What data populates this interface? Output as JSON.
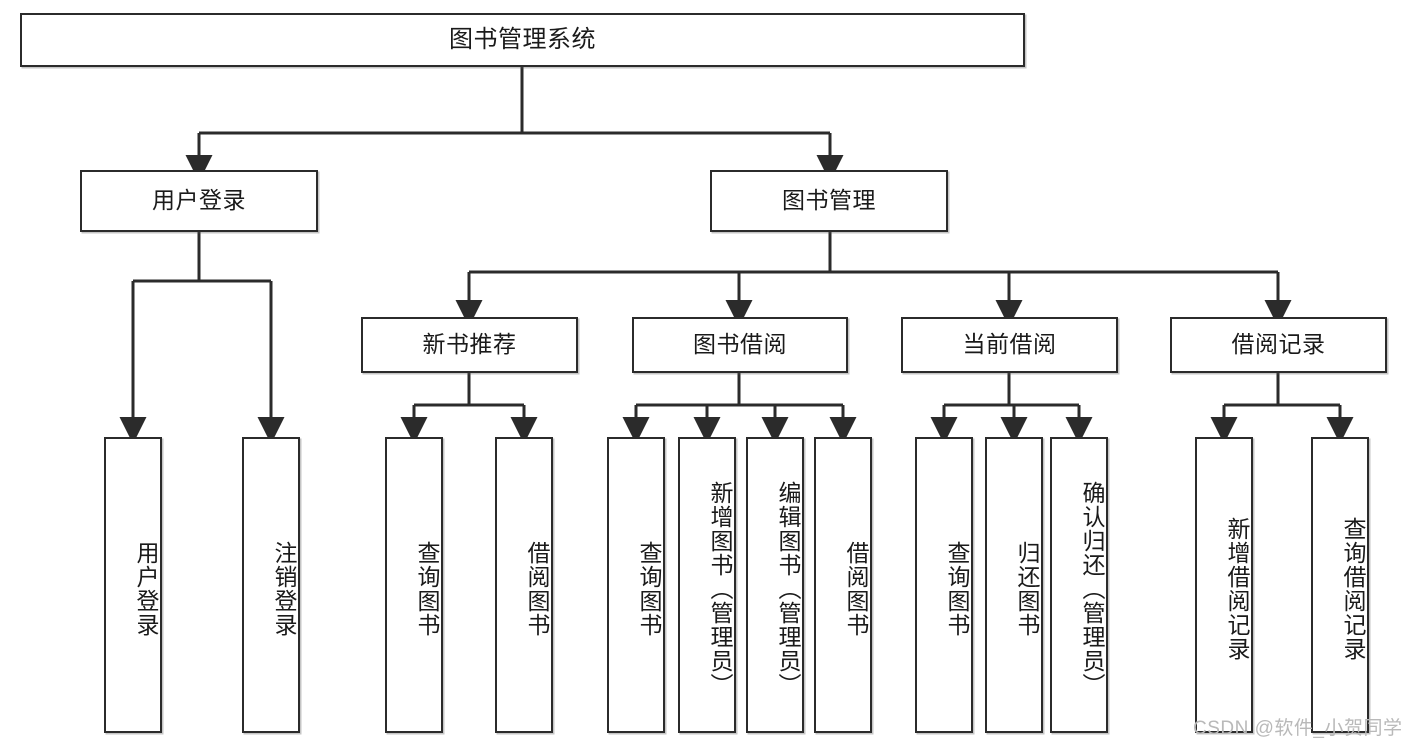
{
  "diagram": {
    "title": "图书管理系统",
    "type": "tree",
    "watermark": "CSDN @软件_小贺同学",
    "colors": {
      "stroke": "#2b2b2b",
      "background": "#ffffff",
      "text": "#1a1a1a",
      "watermark": "#b9b9b9"
    },
    "root": {
      "label": "图书管理系统"
    },
    "level2": [
      {
        "label": "用户登录"
      },
      {
        "label": "图书管理"
      }
    ],
    "level3": [
      {
        "label": "新书推荐"
      },
      {
        "label": "图书借阅"
      },
      {
        "label": "当前借阅"
      },
      {
        "label": "借阅记录"
      }
    ],
    "leaves": {
      "user_login": [
        {
          "label": "用户登录"
        },
        {
          "label": "注销登录"
        }
      ],
      "new_book_recommend": [
        {
          "label": "查询图书"
        },
        {
          "label": "借阅图书"
        }
      ],
      "book_borrow": [
        {
          "label": "查询图书"
        },
        {
          "label": "新增图书（管理员）"
        },
        {
          "label": "编辑图书（管理员）"
        },
        {
          "label": "借阅图书"
        }
      ],
      "current_borrow": [
        {
          "label": "查询图书"
        },
        {
          "label": "归还图书"
        },
        {
          "label": "确认归还（管理员）"
        }
      ],
      "borrow_record": [
        {
          "label": "新增借阅记录"
        },
        {
          "label": "查询借阅记录"
        }
      ]
    }
  }
}
